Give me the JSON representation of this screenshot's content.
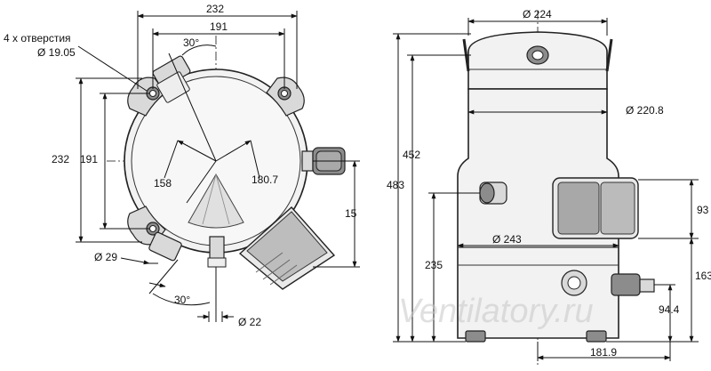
{
  "left_view": {
    "note_line1": "4 x отверстия",
    "note_line2": "Ø 19.05",
    "dim_width_outer": "232",
    "dim_width_inner": "191",
    "dim_angle_top": "30°",
    "dim_height_outer": "232",
    "dim_height_inner": "191",
    "dim_radius_158": "158",
    "dim_radius_180": "180.7",
    "dim_154": "15",
    "dim_dia_29": "Ø 29",
    "dim_angle_bottom": "30°",
    "dim_dia_22": "Ø 22"
  },
  "right_view": {
    "dim_dia_224": "Ø 224",
    "dim_dia_220": "Ø 220.8",
    "dim_dia_243": "Ø 243",
    "dim_452": "452",
    "dim_483": "483",
    "dim_235": "235",
    "dim_93": "93",
    "dim_163": "163",
    "dim_94": "94.4",
    "dim_181": "181.9"
  },
  "watermark": "Ventilatory.ru"
}
